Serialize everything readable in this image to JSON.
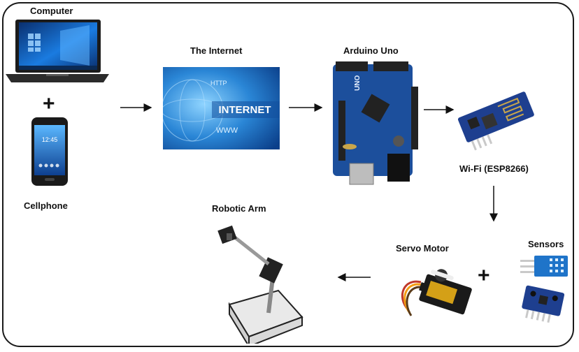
{
  "labels": {
    "computer": "Computer",
    "cellphone": "Cellphone",
    "internet": "The Internet",
    "arduino": "Arduino Uno",
    "wifi": "Wi-Fi (ESP8266)",
    "robotic_arm": "Robotic Arm",
    "servo": "Servo Motor",
    "sensors": "Sensors"
  },
  "images": {
    "internet_banner_text": "INTERNET",
    "internet_http": "HTTP",
    "internet_www": "WWW",
    "arduino_board_text": "UNO"
  },
  "symbols": {
    "plus": "+"
  },
  "colors": {
    "internet_blue": "#1f74c9",
    "arduino_blue": "#1c4f9c",
    "esp_blue": "#1e3f8f",
    "arrow": "#111111"
  }
}
